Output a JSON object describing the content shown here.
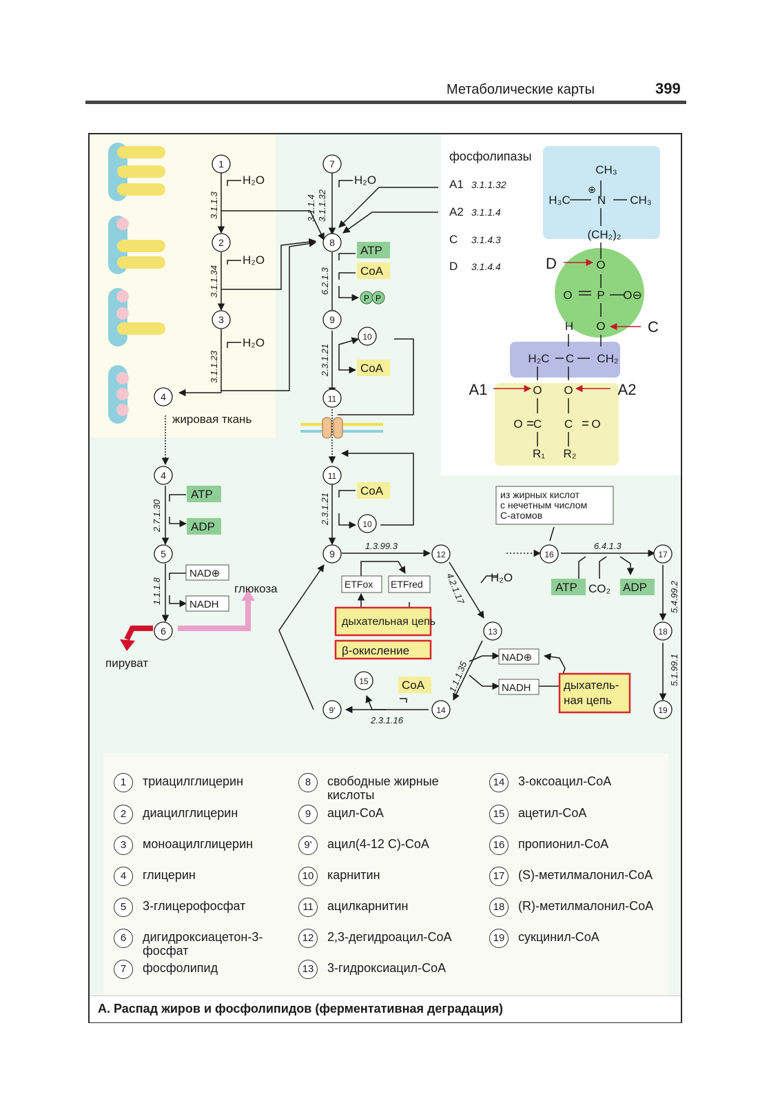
{
  "header": {
    "section_title": "Метаболические карты",
    "page_number": "399"
  },
  "caption": "А. Распад жиров и фосфолипидов (ферментативная деградация)",
  "colors": {
    "green_cofactor": "#8fcf97",
    "yellow_cofactor": "#f6ef9a",
    "red_box": "#d8262c",
    "pink_arrow": "#e9a1c9",
    "red_arrow": "#d1122a",
    "teal_cell": "#8fd0df"
  },
  "nodes": {
    "n1": "1",
    "n2": "2",
    "n3": "3",
    "n4a": "4",
    "n4b": "4",
    "n5": "5",
    "n6": "6",
    "n7": "7",
    "n8": "8",
    "n9a": "9",
    "n9b": "9",
    "n9p": "9'",
    "n10a": "10",
    "n10b": "10",
    "n11a": "11",
    "n11b": "11",
    "n12": "12",
    "n13": "13",
    "n14": "14",
    "n15": "15",
    "n16": "16",
    "n17": "17",
    "n18": "18",
    "n19": "19"
  },
  "enzymes": {
    "e_3_1_1_3": "3.1.1.3",
    "e_3_1_1_34": "3.1.1.34",
    "e_3_1_1_23": "3.1.1.23",
    "e_3_1_1_4": "3.1.1.4",
    "e_3_1_1_32": "3.1.1.32",
    "e_6_2_1_3": "6.2.1.3",
    "e_2_3_1_21a": "2.3.1.21",
    "e_2_3_1_21b": "2.3.1.21",
    "e_2_7_1_30": "2.7.1.30",
    "e_1_1_1_8": "1.1.1.8",
    "e_1_3_99_3": "1.3.99.3",
    "e_4_2_1_17": "4.2.1.17",
    "e_1_1_1_35": "1.1.1.35",
    "e_2_3_1_16": "2.3.1.16",
    "e_6_4_1_3": "6.4.1.3",
    "e_5_4_99_2": "5.4.99.2",
    "e_5_1_99_1": "5.1.99.1"
  },
  "labels": {
    "h2o": "H₂O",
    "atp": "ATP",
    "adp": "ADP",
    "coa": "CoA",
    "ppi": "P",
    "nad": "NAD⊕",
    "nadh": "NADH",
    "co2": "CO₂",
    "etf_ox": "ETFox",
    "etf_red": "ETFred",
    "fat_tissue": "жировая ткань",
    "glucose": "глюкоза",
    "pyruvate": "пируват",
    "resp_chain": "дыхательная цепь",
    "resp_chain_split_1": "дыхатель-",
    "resp_chain_split_2": "ная цепь",
    "beta_ox": "β-окисление",
    "odd_fa": "из жирных кислот\nс нечетным числом\nС-атомов"
  },
  "phospholipases": {
    "title": "фосфолипазы",
    "items": [
      {
        "name": "A1",
        "ec": "3.1.1.32"
      },
      {
        "name": "A2",
        "ec": "3.1.1.4"
      },
      {
        "name": "C",
        "ec": "3.1.4.3"
      },
      {
        "name": "D",
        "ec": "3.1.4.4"
      }
    ]
  },
  "structure": {
    "ch3_top": "CH₃",
    "h3c": "H₃C",
    "n": "N",
    "ch3_right": "CH₃",
    "plus": "⊕",
    "ch2_2": "(CH₂)₂",
    "o": "O",
    "p": "P",
    "o_minus": "O⊖",
    "h": "H",
    "c": "C",
    "h2c": "H₂C",
    "ch2": "CH₂",
    "r1": "R₁",
    "r2": "R₂",
    "site_a1": "A1",
    "site_a2": "A2",
    "site_c": "C",
    "site_d": "D"
  },
  "legend": [
    {
      "num": "1",
      "text": "триацилглицерин"
    },
    {
      "num": "2",
      "text": "диацилглицерин"
    },
    {
      "num": "3",
      "text": "моноацилглицерин"
    },
    {
      "num": "4",
      "text": "глицерин"
    },
    {
      "num": "5",
      "text": "3-глицерофосфат"
    },
    {
      "num": "6",
      "text": "дигидроксиацетон-3-\nфосфат"
    },
    {
      "num": "7",
      "text": "фосфолипид"
    },
    {
      "num": "8",
      "text": "свободные жирные\nкислоты"
    },
    {
      "num": "9",
      "text": "ацил-CoA"
    },
    {
      "num": "9'",
      "text": "ацил(4-12 C)-CoA"
    },
    {
      "num": "10",
      "text": "карнитин"
    },
    {
      "num": "11",
      "text": "ацилкарнитин"
    },
    {
      "num": "12",
      "text": "2,3-дегидроацил-CoA"
    },
    {
      "num": "13",
      "text": "3-гидроксиацил-CoA"
    },
    {
      "num": "14",
      "text": "3-оксоацил-CoA"
    },
    {
      "num": "15",
      "text": "ацетил-CoA"
    },
    {
      "num": "16",
      "text": "пропионил-CoA"
    },
    {
      "num": "17",
      "text": "(S)-метилмалонил-CoA"
    },
    {
      "num": "18",
      "text": "(R)-метилмалонил-CoA"
    },
    {
      "num": "19",
      "text": "сукцинил-CoA"
    }
  ]
}
